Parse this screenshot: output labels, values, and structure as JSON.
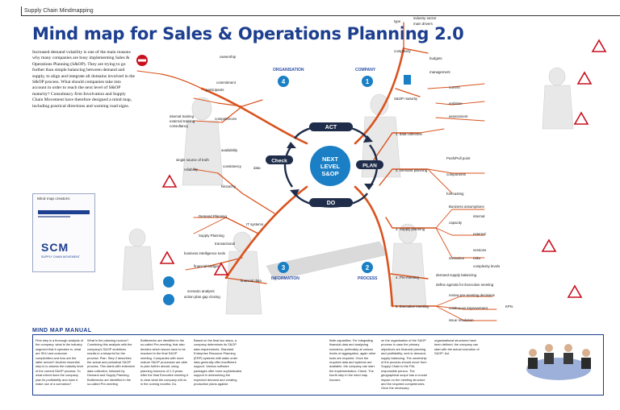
{
  "header": {
    "section_label": "Supply Chain Mindmapping"
  },
  "title": "Mind map for Sales & Operations Planning 2.0",
  "intro_text": "Increased demand volatility is one of the main reasons why many companies are busy implementing Sales & Operations Planning (S&OP). They are trying to go further than simple balancing between demand and supply, to align and integrate all domains involved in the S&OP process. What should companies take into account in order to reach the next level of S&OP maturity? Consultancy firm Involvation and Supply Chain Movement have therefore designed a mind map, including practical directions and warning road signs.",
  "creators": {
    "label": "Mind map creators:",
    "logo": "SCM",
    "logo_sub": "SUPPLY CHAIN MOVEMENT"
  },
  "cycle": {
    "center": [
      "NEXT",
      "LEVEL",
      "S&OP"
    ],
    "act": "ACT",
    "plan": "PLAN",
    "do": "DO",
    "check": "Check"
  },
  "branches": {
    "organisation": {
      "number": "4",
      "label": "ORGANISATION"
    },
    "company": {
      "number": "1",
      "label": "COMPANY"
    },
    "information": {
      "number": "3",
      "label": "INFORMATION"
    },
    "process": {
      "number": "2",
      "label": "PROCESS"
    }
  },
  "nodes": {
    "ownership": "ownership",
    "commitment": "commitment",
    "competencies": "competencies",
    "availability": "availability",
    "consistency": "consistency",
    "data": "data",
    "it_systems": "IT systems",
    "financial_data": "financial data",
    "type": "type",
    "complexity": "complexity",
    "snop_maturity": "S&OP maturity",
    "data_collection": "1. data collection",
    "demand_planning": "2. Demand planning",
    "supply_planning": "3. Supply planning",
    "pre_meeting": "4. Pre-meeting",
    "executive_meeting": "5. Executive meeting",
    "demand_supply_balancing": "demand-supply balancing",
    "define_agenda": "define agenda for Executive meeting",
    "review_pre_meeting": "review pre-meeting decisions",
    "continuous_improvement": "continuous improvement",
    "issue_resolution": "issue resolution",
    "current": "current",
    "ambition": "ambition",
    "assessment": "assessment",
    "components": "components",
    "forecasting": "forecasting",
    "capacity": "capacity",
    "scenarios": "scenarios",
    "business_assumptions": "Business assumptions",
    "internal": "internal",
    "external": "external",
    "versions": "versions",
    "risks": "risks",
    "complexity_levels": "complexity levels",
    "push_pull": "Push/Pull point",
    "single_source": "single source of truth",
    "reliability": "reliability",
    "hierarchy": "hierarchy",
    "demand_planning_it": "Demand Planning",
    "supply_planning_it": "Supply Planning",
    "transactional": "transactional",
    "business_intelligence": "business intelligence tools",
    "financial_budget": "financial budget",
    "scenario_analysis": "scenario analysis",
    "action_plan_gap": "action plan gap closing",
    "industry_sector": "industry sector",
    "main_drivers": "main drivers",
    "budgets": "budgets",
    "management": "management",
    "kpis": "KPIs",
    "participants": "participants",
    "internal_training": "internal training",
    "external_training": "external training",
    "consultancy": "consultancy"
  },
  "manual": {
    "title": "MIND MAP MANUAL",
    "columns": [
      "First step is a thorough analysis of the company: what is the industry segment that it operates in, what are SKU and customer complexities and how are the latter served? Another essential step is to assess the maturity level of the current S&OP process. To what extent does the company plan its profitability and does it make use of a scenarios?",
      "What is the planning horizon? Combining this analysis with the company's S&OP ambitions results in a blueprint for the process: Plan. Step 2 describes the actual and periodical S&OP process. This starts with extensive data collection, followed by Demand and Supply Planning. Bottlenecks are identified in the so-called Pre-meeting",
      "Bottlenecks are identified in the so-called Pre-meeting, that also decides which issues have to be resolved in the final S&OP meeting. Companies with more mature S&OP processes are able to plan further ahead, using planning horizons of 1-3 years. After the final Executive meeting it is clear what the company will do in the coming months: Do.",
      "Based on the final two steps, a company determines its S&OP data requirements. Standard Enterprise Resource Planning (ERP) systems with static order data generally offer insufficient support. Various software packages offer more sophisticated support in determining the expected demand and creating production plans against",
      "finite capacities. For integrating financial data and analysing scenarios, preferably at various levels of aggregation, again other tools are required. Once the required data and systems are available, the company can start the implementation: Check. The fourth step in the mind map focuses",
      "on the organisation of the S&OP process in case the primary objectives are financial planning and profitability, next to demand-supply balancing. The ownership of the process should move from Supply Chain to the P&L responsible person. The geographical scope has a crucial impact on the meeting structure and the required competencies. Once the necessary",
      "organisational structures have been defined, the company can start with the actual execution of S&OP: Act"
    ]
  },
  "colors": {
    "title_blue": "#1d3f8f",
    "branch_orange": "#d9531e",
    "center_blue": "#1a7fc4",
    "do_dark": "#1f2d4a",
    "label_blue": "#2b4fa8"
  }
}
